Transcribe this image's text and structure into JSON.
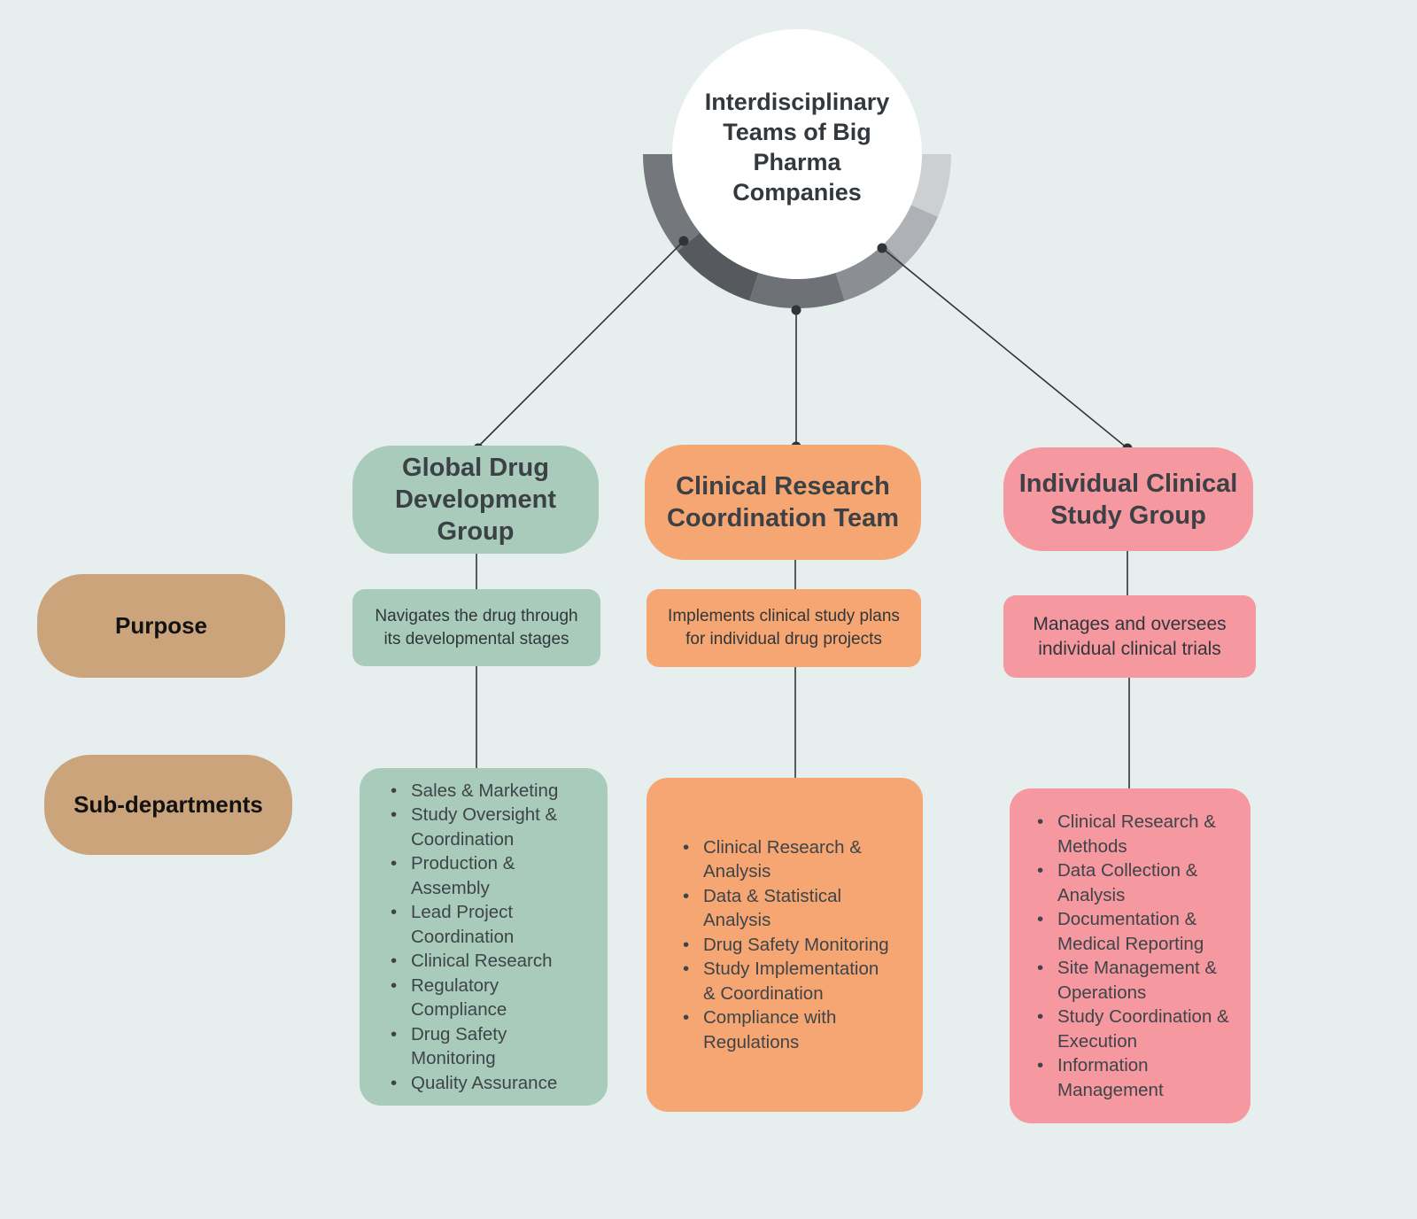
{
  "background_color": "#e7efee",
  "connector_color": "#2f3439",
  "center": {
    "title": "Interdisciplinary\nTeams of Big\nPharma\nCompanies",
    "circle_color": "#ffffff",
    "arc_colors": [
      "#74777b",
      "#565a5e",
      "#6e7175",
      "#8b8f93",
      "#aeb1b5",
      "#cdd0d3"
    ]
  },
  "row_labels": {
    "purpose_label": "Purpose",
    "sub_departments_label": "Sub-departments",
    "color": "#cba47c"
  },
  "columns": [
    {
      "title": "Global Drug Development Group",
      "color": "#a9cbbb",
      "purpose": "Navigates the drug through its developmental stages",
      "sub_departments": [
        "Sales & Marketing",
        "Study Oversight & Coordination",
        "Production & Assembly",
        "Lead Project Coordination",
        "Clinical Research",
        "Regulatory Compliance",
        "Drug Safety Monitoring",
        "Quality Assurance"
      ]
    },
    {
      "title": "Clinical Research Coordination Team",
      "color": "#f6a673",
      "purpose": "Implements clinical study plans for individual drug projects",
      "sub_departments": [
        "Clinical Research & Analysis",
        "Data & Statistical Analysis",
        "Drug Safety Monitoring",
        "Study Implementation & Coordination",
        "Compliance with Regulations"
      ]
    },
    {
      "title": "Individual Clinical Study Group",
      "color": "#f5989f",
      "purpose": "Manages and oversees individual clinical trials",
      "sub_departments": [
        "Clinical Research & Methods",
        "Data Collection & Analysis",
        "Documentation & Medical Reporting",
        "Site Management & Operations",
        "Study Coordination & Execution",
        "Information Management"
      ]
    }
  ]
}
